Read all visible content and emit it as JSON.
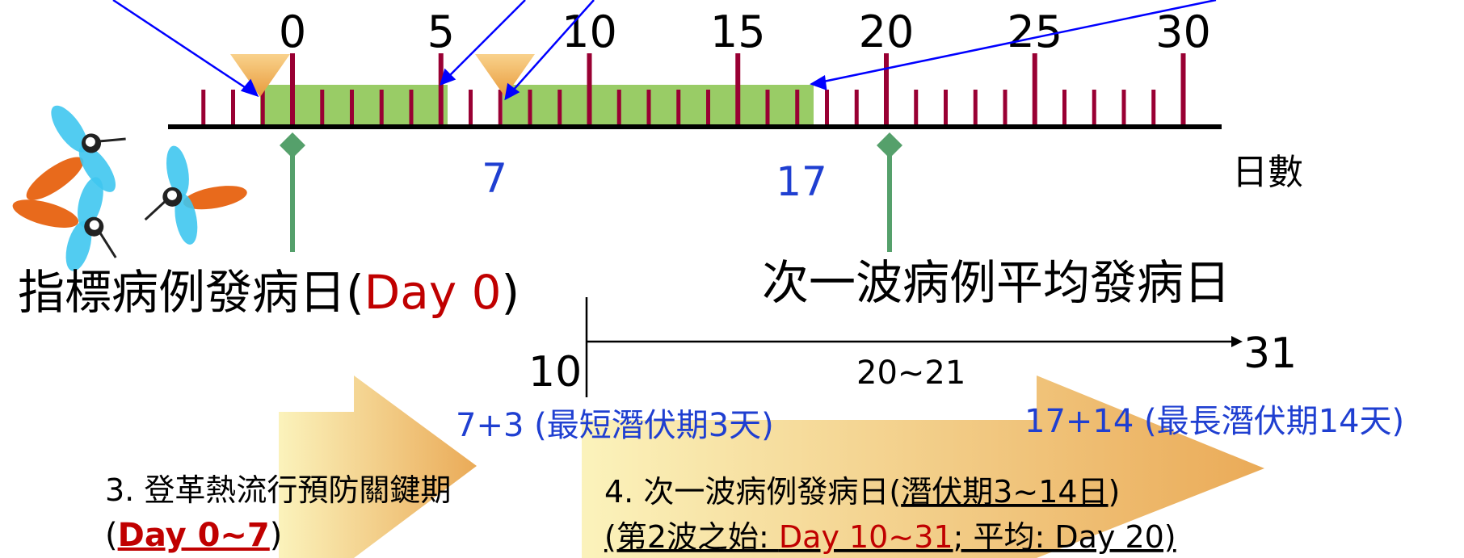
{
  "timeline": {
    "ticks": [
      0,
      5,
      10,
      15,
      20,
      25,
      30
    ],
    "axis_label": "日數",
    "marker_7": "7",
    "marker_17": "17"
  },
  "labels": {
    "index_case_prefix": "指標病例發病日(",
    "index_case_day": "Day 0",
    "index_case_suffix": ")",
    "next_wave": "次一波病例平均發病日",
    "range_start": "10",
    "range_end": "31",
    "range_mid": "20~21",
    "short_incubation": "7+3 (最短潛伏期3天)",
    "long_incubation": "17+14 (最長潛伏期14天)"
  },
  "phase3": {
    "line1": "3. 登革熱流行預防關鍵期",
    "open": "(",
    "days": "Day 0~7",
    "close": ")"
  },
  "phase4": {
    "line1_prefix": "4. 次一波病例發病日(",
    "line1_underlined": "潛伏期3~14日",
    "line1_suffix": ")",
    "line2_prefix": "(第2波之始: ",
    "line2_days": "Day 10~31",
    "line2_suffix": "; 平均: Day 20)"
  },
  "colors": {
    "tick": "#990033",
    "band": "#99cc66",
    "arrow_blue": "#0000ff",
    "stem_green": "#55a06b",
    "blue_text": "#1f3fd1",
    "red_text": "#c00000",
    "triangle": "#f2b45a"
  }
}
